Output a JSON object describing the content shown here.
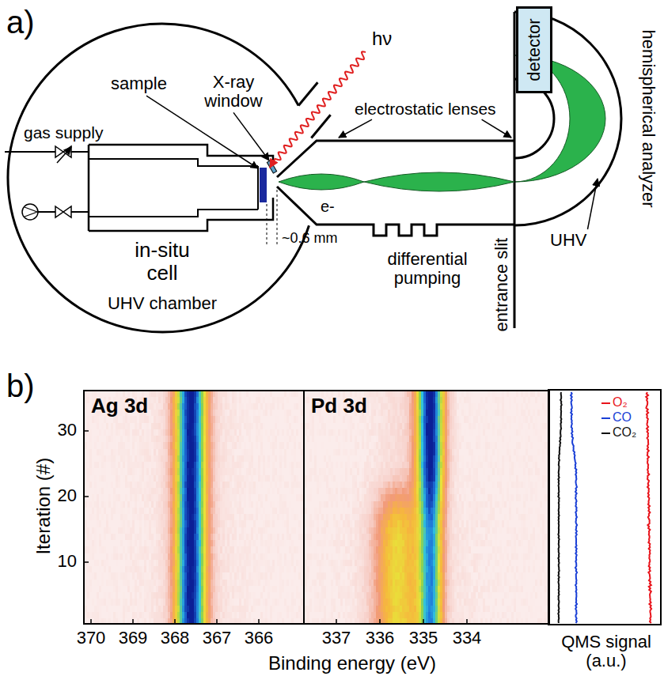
{
  "diagram": {
    "nodes": [
      {
        "text": [
          "UHV chamber"
        ]
      },
      {
        "text": [
          "detector"
        ]
      },
      {
        "text": [
          "Ag 3d"
        ]
      },
      {
        "text": [
          "Pd 3d"
        ]
      }
    ],
    "labels": [
      "a)",
      "hν",
      "X-ray window",
      "sample",
      "gas supply",
      "in-situ cell",
      "~0.6 mm",
      "electrostatic lenses",
      "e-",
      "differential pumping",
      "entrance slit",
      "UHV",
      "hemispherical analyzer",
      "b)",
      "Iteration (#)",
      "30",
      "20",
      "10",
      "370",
      "369",
      "368",
      "367",
      "366",
      "337",
      "336",
      "335",
      "334",
      "Binding energy (eV)",
      "QMS signal (a.u.)"
    ],
    "legend": [
      {
        "text": "O₂",
        "color": "#e8141b"
      },
      {
        "text": "CO",
        "color": "#1a3fd6"
      },
      {
        "text": "CO₂",
        "color": "#111111"
      }
    ]
  }
}
